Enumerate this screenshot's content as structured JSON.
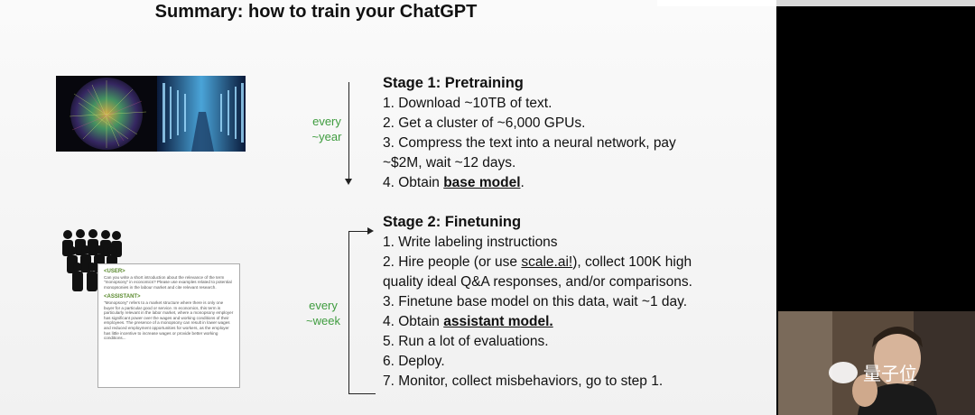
{
  "title": "Summary: how to train your ChatGPT",
  "stage1": {
    "heading": "Stage 1: Pretraining",
    "frequency_line1": "every",
    "frequency_line2": "~year",
    "steps": [
      "1. Download ~10TB of text.",
      "2. Get a cluster of ~6,000 GPUs.",
      "3. Compress the text into a neural network, pay",
      "~$2M, wait ~12 days."
    ],
    "step4_prefix": "4. Obtain ",
    "step4_bold": "base model",
    "step4_suffix": "."
  },
  "stage2": {
    "heading": "Stage 2: Finetuning",
    "frequency_line1": "every",
    "frequency_line2": "~week",
    "step1": "1. Write labeling instructions",
    "step2_prefix": "2. Hire people (or use ",
    "step2_link": "scale.ai!",
    "step2_suffix": "), collect 100K high",
    "step2_cont": "quality ideal Q&A responses, and/or comparisons.",
    "step3": "3. Finetune base model on this data, wait ~1 day.",
    "step4_prefix": "4. Obtain ",
    "step4_bold": "assistant model.",
    "step5": "5. Run a lot of evaluations.",
    "step6": "6. Deploy.",
    "step7": "7. Monitor, collect misbehaviors, go to step 1."
  },
  "chat_example": {
    "user_role": "<USER>",
    "user_text": "Can you write a short introduction about the relevance of the term \"monopsony\" in economics? Please use examples related to potential monopsonies in the labour market and cite relevant research.",
    "assistant_role": "<ASSISTANT>",
    "assistant_text": "\"Monopsony\" refers to a market structure where there is only one buyer for a particular good or service. In economics, this term is particularly relevant in the labor market, where a monopsony employer has significant power over the wages and working conditions of their employees. The presence of a monopsony can result in lower wages and reduced employment opportunities for workers, as the employer has little incentive to increase wages or provide better working conditions..."
  },
  "watermark": "量子位",
  "colors": {
    "frequency": "#3f9c3f",
    "role_label": "#5a8a2e"
  }
}
